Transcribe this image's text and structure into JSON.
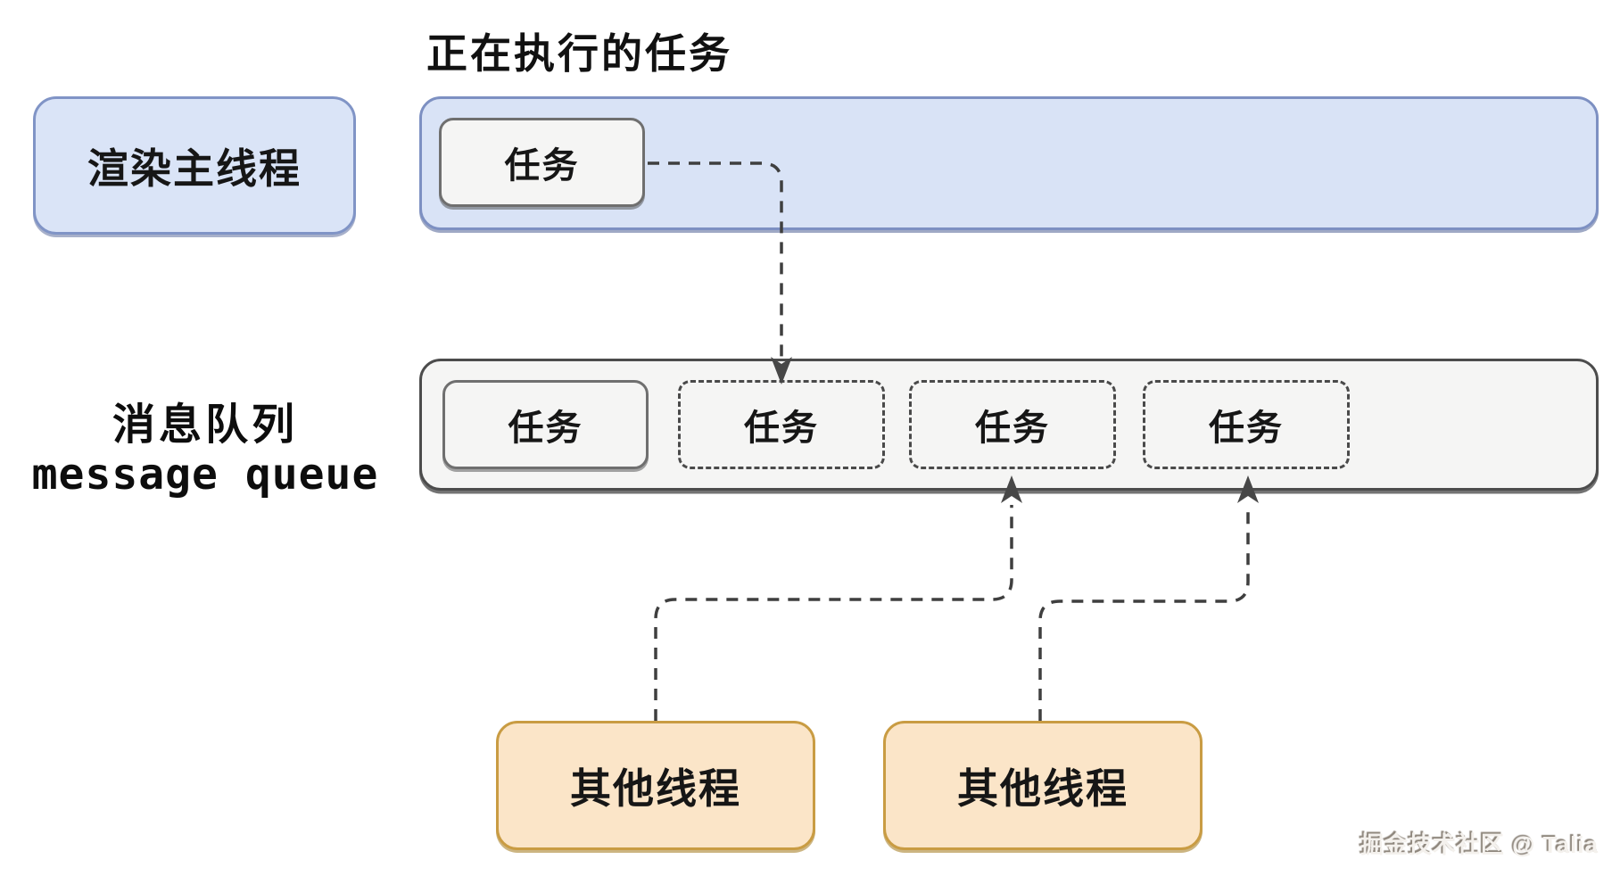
{
  "diagram_title": "正在执行的任务",
  "main_thread": {
    "label": "渲染主线程",
    "executing_task": "任务"
  },
  "message_queue": {
    "label_zh": "消息队列",
    "label_en": "message queue",
    "tasks": [
      {
        "text": "任务",
        "style": "solid"
      },
      {
        "text": "任务",
        "style": "dashed"
      },
      {
        "text": "任务",
        "style": "dashed"
      },
      {
        "text": "任务",
        "style": "dashed"
      }
    ]
  },
  "other_threads": [
    {
      "label": "其他线程"
    },
    {
      "label": "其他线程"
    }
  ],
  "watermark": "掘金技术社区 @ Talia",
  "colors": {
    "thread_fill": "#d9e3f6",
    "thread_border": "#7d90c2",
    "queue_fill": "#f5f5f4",
    "queue_border": "#4c4c4c",
    "task_fill": "#f5f5f4",
    "task_border": "#6f6f6f",
    "dashed_border": "#4a4a4a",
    "other_thread_fill": "#fbe5c8",
    "other_thread_border": "#c99c43",
    "connector_line": "#3f3f3f",
    "text": "#161616"
  }
}
